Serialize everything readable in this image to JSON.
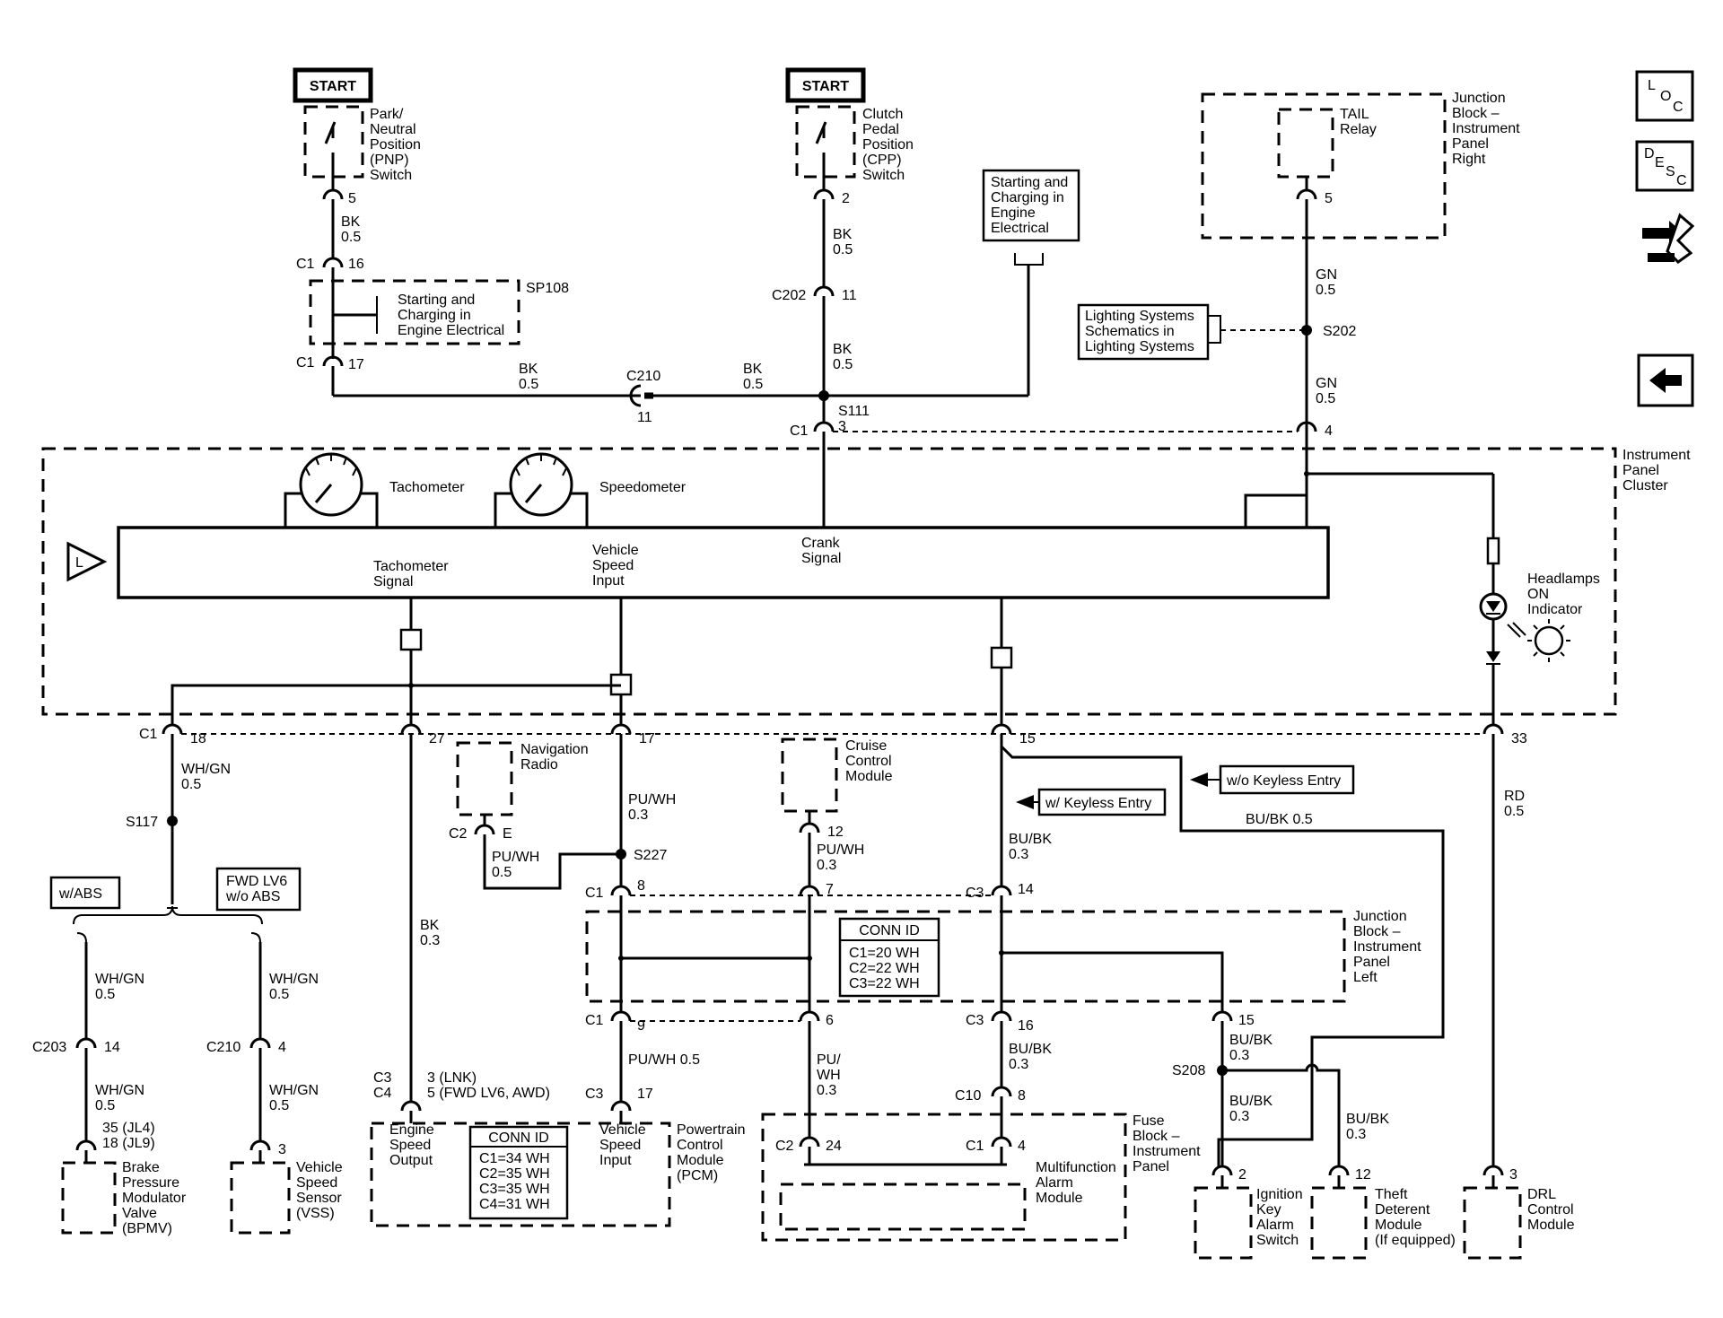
{
  "start_boxes": [
    "START",
    "START"
  ],
  "pnp": {
    "l1": "Park/",
    "l2": "Neutral",
    "l3": "Position",
    "l4": "(PNP)",
    "l5": "Switch",
    "pin": "5"
  },
  "cpp": {
    "l1": "Clutch",
    "l2": "Pedal",
    "l3": "Position",
    "l4": "(CPP)",
    "l5": "Switch",
    "pin": "2"
  },
  "junction_right": {
    "relay1": "TAIL",
    "relay2": "Relay",
    "l1": "Junction",
    "l2": "Block –",
    "l3": "Instrument",
    "l4": "Panel",
    "l5": "Right",
    "pin": "5"
  },
  "ref_start_charging": {
    "l1": "Starting and",
    "l2": "Charging in",
    "l3": "Engine",
    "l4": "Electrical"
  },
  "ref_start_charging_sp": {
    "l1": "Starting and",
    "l2": "Charging in",
    "l3": "Engine Electrical"
  },
  "ref_lighting": {
    "l1": "Lighting Systems",
    "l2": "Schematics in",
    "l3": "Lighting Systems"
  },
  "labels": {
    "bk": "BK",
    "v05": "0.5",
    "v03": "0.3",
    "c1": "C1",
    "c2": "C2",
    "c3": "C3",
    "c4": "C4",
    "c10": "C10",
    "sp108": "SP108",
    "c202": "C202",
    "c210": "C210",
    "s111": "S111",
    "gn": "GN",
    "s202": "S202",
    "whgn": "WH/GN",
    "s117": "S117",
    "puwh": "PU/WH",
    "puwh05": "PU/WH 0.5",
    "s227": "S227",
    "bubk": "BU/BK",
    "bubk05": "BU/BK 0.5",
    "rd": "RD",
    "s208": "S208",
    "c203": "C203",
    "pu": "PU/",
    "wh": "WH",
    "e": "E"
  },
  "pins": {
    "p16": "16",
    "p17": "17",
    "p11": "11",
    "p3": "3",
    "p4": "4",
    "p18": "18",
    "p27": "27",
    "p15": "15",
    "p33": "33",
    "p12": "12",
    "p8": "8",
    "p7": "7",
    "p14": "14",
    "p9": "9",
    "p6": "6",
    "p24": "24",
    "p2": "2",
    "p35": "35 (JL4)",
    "p18jl9": "18 (JL9)",
    "p3lnk": "3 (LNK)",
    "p5fwd": "5 (FWD LV6, AWD)"
  },
  "cluster": {
    "l1": "Instrument",
    "l2": "Panel",
    "l3": "Cluster",
    "tach": "Tachometer",
    "speedo": "Speedometer",
    "tach_sig1": "Tachometer",
    "tach_sig2": "Signal",
    "vss1": "Vehicle",
    "vss2": "Speed",
    "vss3": "Input",
    "crank1": "Crank",
    "crank2": "Signal",
    "hl1": "Headlamps",
    "hl2": "ON",
    "hl3": "Indicator"
  },
  "modules": {
    "nav1": "Navigation",
    "nav2": "Radio",
    "cruise1": "Cruise",
    "cruise2": "Control",
    "cruise3": "Module",
    "jbl1": "Junction",
    "jbl2": "Block –",
    "jbl3": "Instrument",
    "jbl4": "Panel",
    "jbl5": "Left",
    "pcm1": "Powertrain",
    "pcm2": "Control",
    "pcm3": "Module",
    "pcm4": "(PCM)",
    "eso1": "Engine",
    "eso2": "Speed",
    "eso3": "Output",
    "vsi1": "Vehicle",
    "vsi2": "Speed",
    "vsi3": "Input",
    "fb1": "Fuse",
    "fb2": "Block –",
    "fb3": "Instrument",
    "fb4": "Panel",
    "maa1": "Multifunction",
    "maa2": "Alarm",
    "maa3": "Module",
    "bpmv1": "Brake",
    "bpmv2": "Pressure",
    "bpmv3": "Modulator",
    "bpmv4": "Valve",
    "bpmv5": "(BPMV)",
    "vss1": "Vehicle",
    "vss2": "Speed",
    "vss3": "Sensor",
    "vss4": "(VSS)",
    "ik1": "Ignition",
    "ik2": "Key",
    "ik3": "Alarm",
    "ik4": "Switch",
    "td1": "Theft",
    "td2": "Deterent",
    "td3": "Module",
    "td4": "(If equipped)",
    "drl1": "DRL",
    "drl2": "Control",
    "drl3": "Module"
  },
  "options": {
    "abs": "w/ABS",
    "fwd1": "FWD LV6",
    "fwd2": "w/o ABS",
    "keyless": "w/ Keyless Entry",
    "nokeyless": "w/o Keyless Entry"
  },
  "conn_jb": {
    "title": "CONN ID",
    "r1": "C1=20 WH",
    "r2": "C2=22 WH",
    "r3": "C3=22 WH"
  },
  "conn_pcm": {
    "title": "CONN ID",
    "r1": "C1=34 WH",
    "r2": "C2=35 WH",
    "r3": "C3=35 WH",
    "r4": "C4=31 WH"
  },
  "nav_buttons": {
    "loc": [
      "L",
      "O",
      "C"
    ],
    "desc": [
      "D",
      "E",
      "S",
      "C"
    ]
  }
}
